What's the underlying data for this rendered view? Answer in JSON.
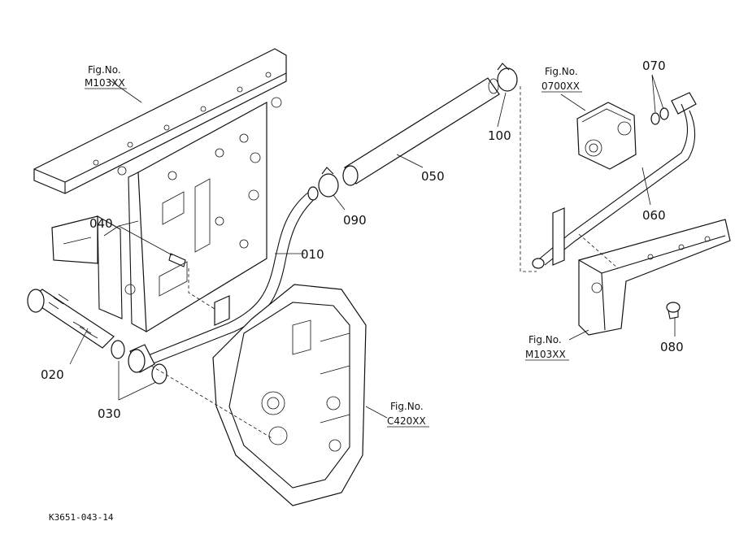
{
  "parts": {
    "p010": "010",
    "p020": "020",
    "p030": "030",
    "p040": "040",
    "p050": "050",
    "p060": "060",
    "p070": "070",
    "p080": "080",
    "p090": "090",
    "p100": "100"
  },
  "refs": {
    "ref1_title": "Fig.No.",
    "ref1_code": "M103XX",
    "ref2_title": "Fig.No.",
    "ref2_code": "0700XX",
    "ref3_title": "Fig.No.",
    "ref3_code": "M103XX",
    "ref4_title": "Fig.No.",
    "ref4_code": "C420XX"
  },
  "doc_code": "K3651-043-14",
  "colors": {
    "ink": "#111111",
    "paper": "#ffffff"
  }
}
